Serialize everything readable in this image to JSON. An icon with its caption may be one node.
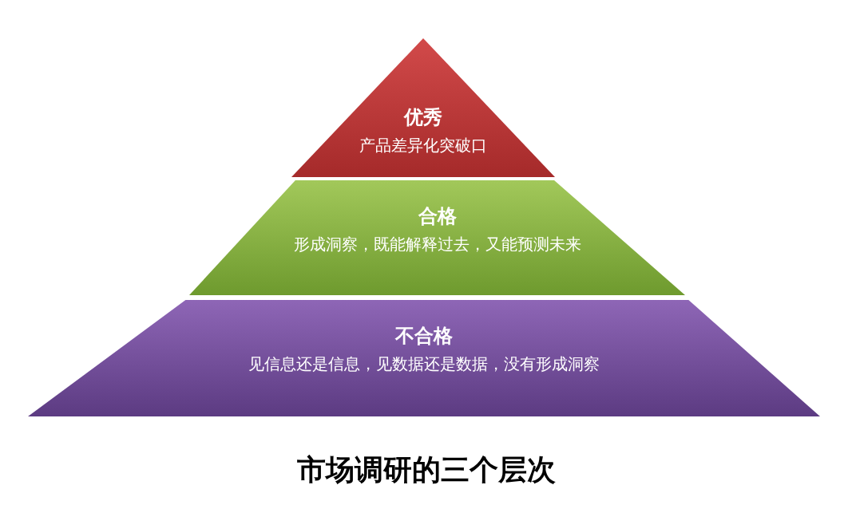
{
  "diagram": {
    "title": "市场调研的三个层次",
    "nodes": [
      {
        "text": [
          "优秀",
          "产品差异化突破口"
        ]
      },
      {
        "text": [
          "合格",
          "形成洞察，既能解释过去，又能预测未来"
        ]
      },
      {
        "text": [
          "不合格",
          "见信息还是信息，见数据还是数据，没有形成洞察"
        ]
      }
    ]
  }
}
